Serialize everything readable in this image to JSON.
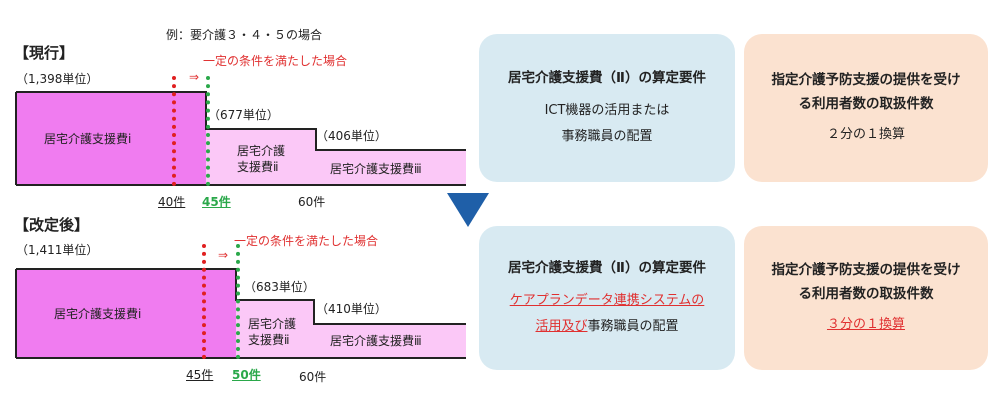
{
  "example_label": "例：要介護３・４・５の場合",
  "current": {
    "heading": "【現行】",
    "units_i": "（1,398単位）",
    "units_ii": "（677単位）",
    "units_iii": "（406単位）",
    "condition": "一定の条件を満たした場合",
    "arrow": "⇒",
    "label_i": "居宅介護支援費ⅰ",
    "label_ii_1": "居宅介護",
    "label_ii_2": "支援費ⅱ",
    "label_iii": "居宅介護支援費ⅲ",
    "tick_red": "40件",
    "tick_green": "45件",
    "tick_end": "60件"
  },
  "revised": {
    "heading": "【改定後】",
    "units_i": "（1,411単位）",
    "units_ii": "（683単位）",
    "units_iii": "（410単位）",
    "condition": "一定の条件を満たした場合",
    "arrow": "⇒",
    "label_i": "居宅介護支援費ⅰ",
    "label_ii_1": "居宅介護",
    "label_ii_2": "支援費ⅱ",
    "label_iii": "居宅介護支援費ⅲ",
    "tick_red": "45件",
    "tick_green": "50件",
    "tick_end": "60件"
  },
  "cards": {
    "top_left": {
      "title": "居宅介護支援費（Ⅱ）の算定要件",
      "line1": "ICT機器の活用または",
      "line2": "事務職員の配置"
    },
    "top_right": {
      "title1": "指定介護予防支援の提供を受け",
      "title2": "る利用者数の取扱件数",
      "line1": "２分の１換算"
    },
    "bottom_left": {
      "title": "居宅介護支援費（Ⅱ）の算定要件",
      "line1": "ケアプランデータ連携システムの",
      "line2_red": "活用及び",
      "line2_rest": "事務職員の配置"
    },
    "bottom_right": {
      "title1": "指定介護予防支援の提供を受け",
      "title2": "る利用者数の取扱件数",
      "line1": "３分の１換算"
    }
  },
  "colors": {
    "tier_i": "#f07cf0",
    "tier_ii_iii": "#fbc8f7",
    "red_line": "#e02020",
    "green_line": "#2aa84a",
    "arrow": "#1f5fa8",
    "card_blue": "#d8eaf2",
    "card_peach": "#fbe2d0"
  }
}
